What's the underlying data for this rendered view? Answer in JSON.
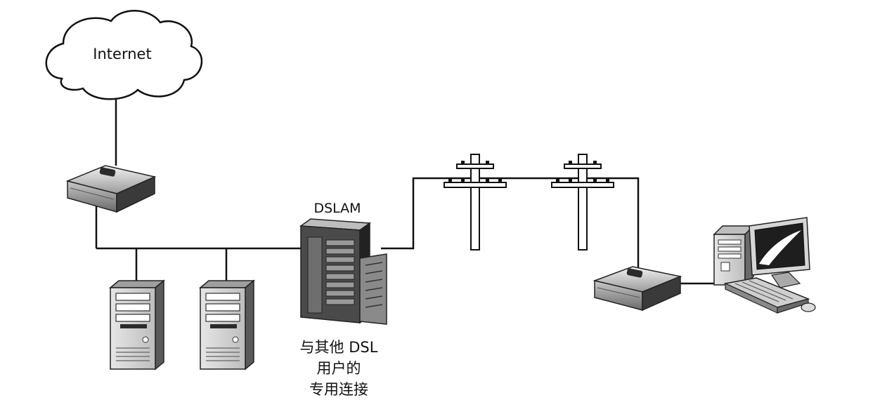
{
  "diagram": {
    "cloud_label": "Internet",
    "dslam_label": "DSLAM",
    "note_lines": [
      "与其他 DSL",
      "用户的",
      "专用连接"
    ]
  },
  "colors": {
    "line": "#111111",
    "device_dark": "#2b2b2b",
    "device_mid": "#7a7a7a",
    "device_light": "#d9d9d9"
  }
}
